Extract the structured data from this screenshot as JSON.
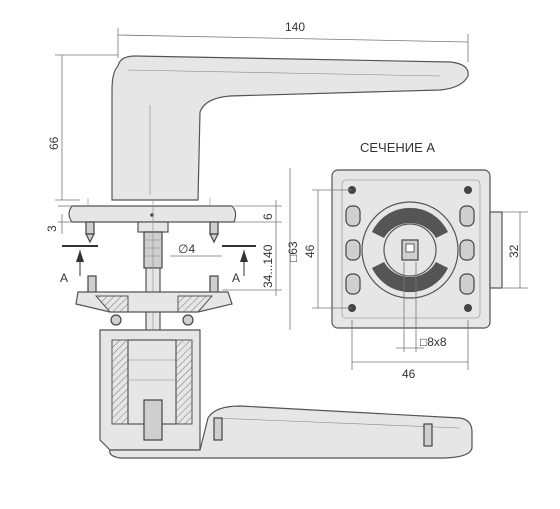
{
  "diagram": {
    "section_title": "СЕЧЕНИЕ А",
    "dims": {
      "length": "140",
      "height": "66",
      "rose_thickness": "3",
      "gap": "6",
      "diameter": "∅4",
      "door_thickness": "34...140",
      "rose_square": "□63",
      "left_mark": "A",
      "right_mark": "A",
      "section_height": "46",
      "section_width": "46",
      "spindle": "□8x8",
      "side_height": "32"
    }
  }
}
